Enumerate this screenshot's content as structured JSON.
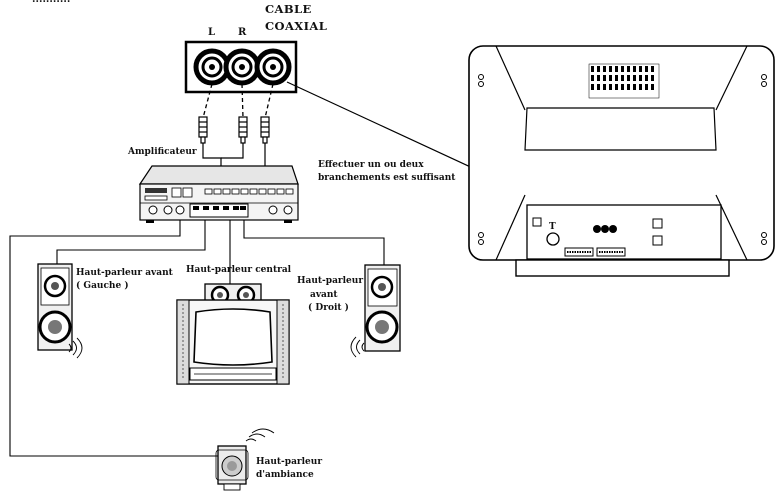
{
  "top_label": "...........",
  "cable": {
    "line1": "CABLE",
    "line2": "COAXIAL"
  },
  "pins": {
    "left": "L",
    "right": "R"
  },
  "amplifier": {
    "label": "Amplificateur"
  },
  "note": {
    "line1": "Effectuer un ou deux",
    "line2": "branchements est suffisant"
  },
  "speakers": {
    "front_left": {
      "line1": "Haut-parleur avant",
      "line2": "( Gauche )"
    },
    "center": {
      "line1": "Haut-parleur central"
    },
    "front_right": {
      "line1": "Haut-parleur",
      "line2": "avant",
      "line3": "( Droit )"
    },
    "surround": {
      "line1": "Haut-parleur",
      "line2": "d'ambiance"
    }
  },
  "tv_jack": {
    "symbol": "T"
  }
}
